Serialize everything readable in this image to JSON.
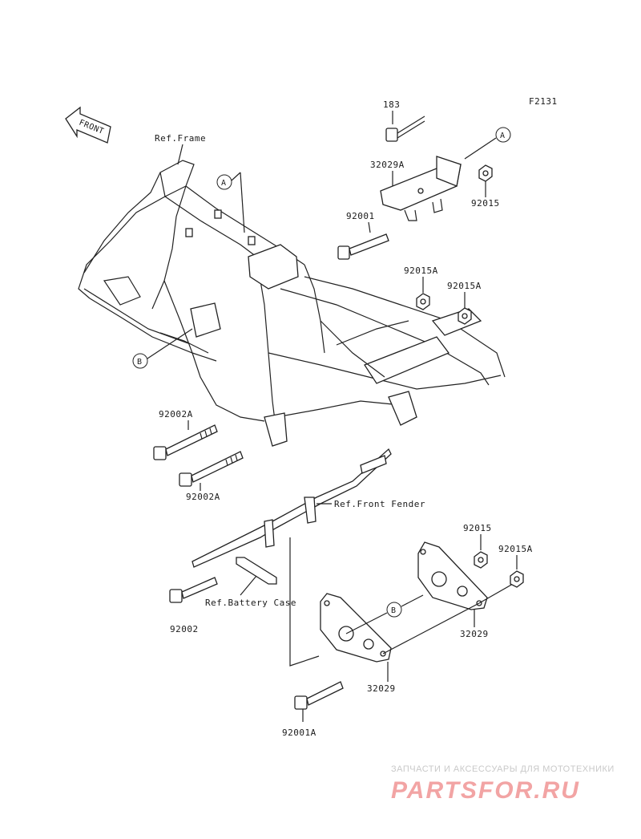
{
  "figure_code": "F2131",
  "front_label": "FRONT",
  "callouts": {
    "a": "A",
    "b": "B"
  },
  "refs": {
    "frame": "Ref.Frame",
    "front_fender": "Ref.Front Fender",
    "battery_case": "Ref.Battery Case"
  },
  "parts": {
    "p183": "183",
    "p32029A": "32029A",
    "p92015_top": "92015",
    "p92001": "92001",
    "p92015A_1": "92015A",
    "p92015A_2": "92015A",
    "p92002A_1": "92002A",
    "p92002A_2": "92002A",
    "p92015_low": "92015",
    "p92015A_low": "92015A",
    "p92002": "92002",
    "p32029_right": "32029",
    "p32029_left": "32029",
    "p92001A": "92001A"
  },
  "watermark": {
    "tagline": "ЗАПЧАСТИ И АКСЕССУАРЫ ДЛЯ МОТОТЕХНИКИ",
    "logo": "PARTSFOR.RU"
  }
}
